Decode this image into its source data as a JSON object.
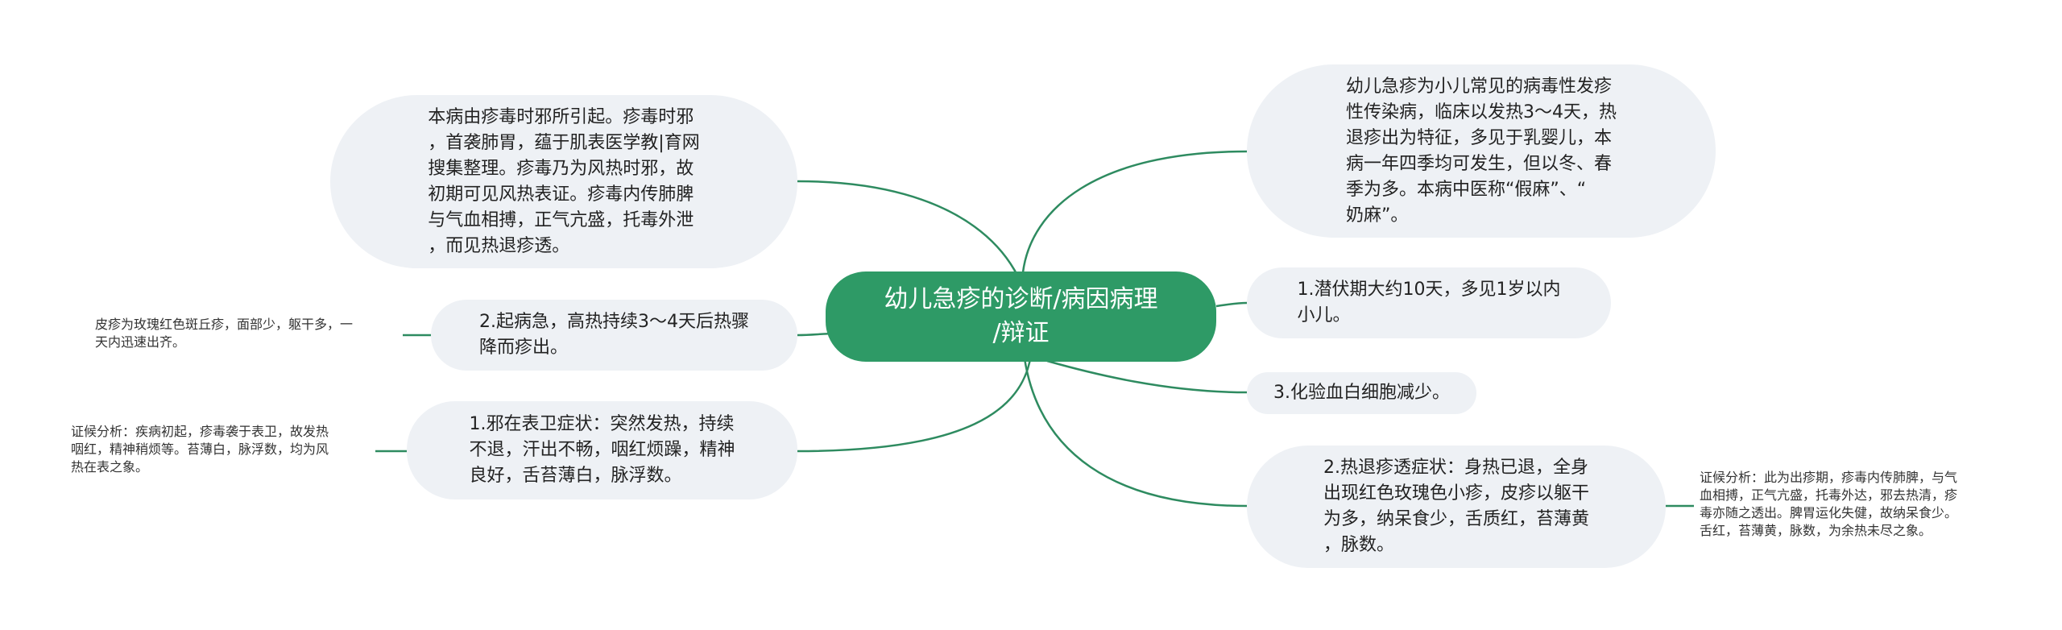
{
  "center": {
    "text": "幼儿急疹的诊断/病因病理\n/辩证"
  },
  "left": {
    "cause": {
      "text": "本病由疹毒时邪所引起。疹毒时邪\n，首袭肺胃，蕴于肌表医学教|育网\n搜集整理。疹毒乃为风热时邪，故\n初期可见风热表证。疹毒内传肺脾\n与气血相搏，正气亢盛，托毒外泄\n，而见热退疹透。"
    },
    "onset": {
      "text": "2.起病急，高热持续3～4天后热骤\n降而疹出。"
    },
    "onset_note": {
      "text": "皮疹为玫瑰红色斑丘疹，面部少，躯干多，一\n天内迅速出齐。"
    },
    "exterior": {
      "text": "1.邪在表卫症状：突然发热，持续\n不退，汗出不畅，咽红烦躁，精神\n良好，舌苔薄白，脉浮数。"
    },
    "exterior_note": {
      "text": "证候分析：疾病初起，疹毒袭于表卫，故发热\n咽红，精神稍烦等。苔薄白，脉浮数，均为风\n热在表之象。"
    }
  },
  "right": {
    "definition": {
      "text": "幼儿急疹为小儿常见的病毒性发疹\n性传染病，临床以发热3～4天，热\n退疹出为特征，多见于乳婴儿，本\n病一年四季均可发生，但以冬、春\n季为多。本病中医称“假麻”、“\n奶麻”。"
    },
    "incubation": {
      "text": "1.潜伏期大约10天，多见1岁以内\n小儿。"
    },
    "lab": {
      "text": "3.化验血白细胞减少。"
    },
    "rash": {
      "text": "2.热退疹透症状：身热已退，全身\n出现红色玫瑰色小疹，皮疹以躯干\n为多，纳呆食少，舌质红，苔薄黄\n，脉数。"
    },
    "rash_note": {
      "text": "证候分析：此为出疹期，疹毒内传肺脾，与气\n血相搏，正气亢盛，托毒外达，邪去热清，疹\n毒亦随之透出。脾胃运化失健，故纳呆食少。\n舌红，苔薄黄，脉数，为余热未尽之象。"
    }
  },
  "colors": {
    "branch": "#2e8b60",
    "center": "#2e9a66",
    "node": "#eef1f5"
  }
}
